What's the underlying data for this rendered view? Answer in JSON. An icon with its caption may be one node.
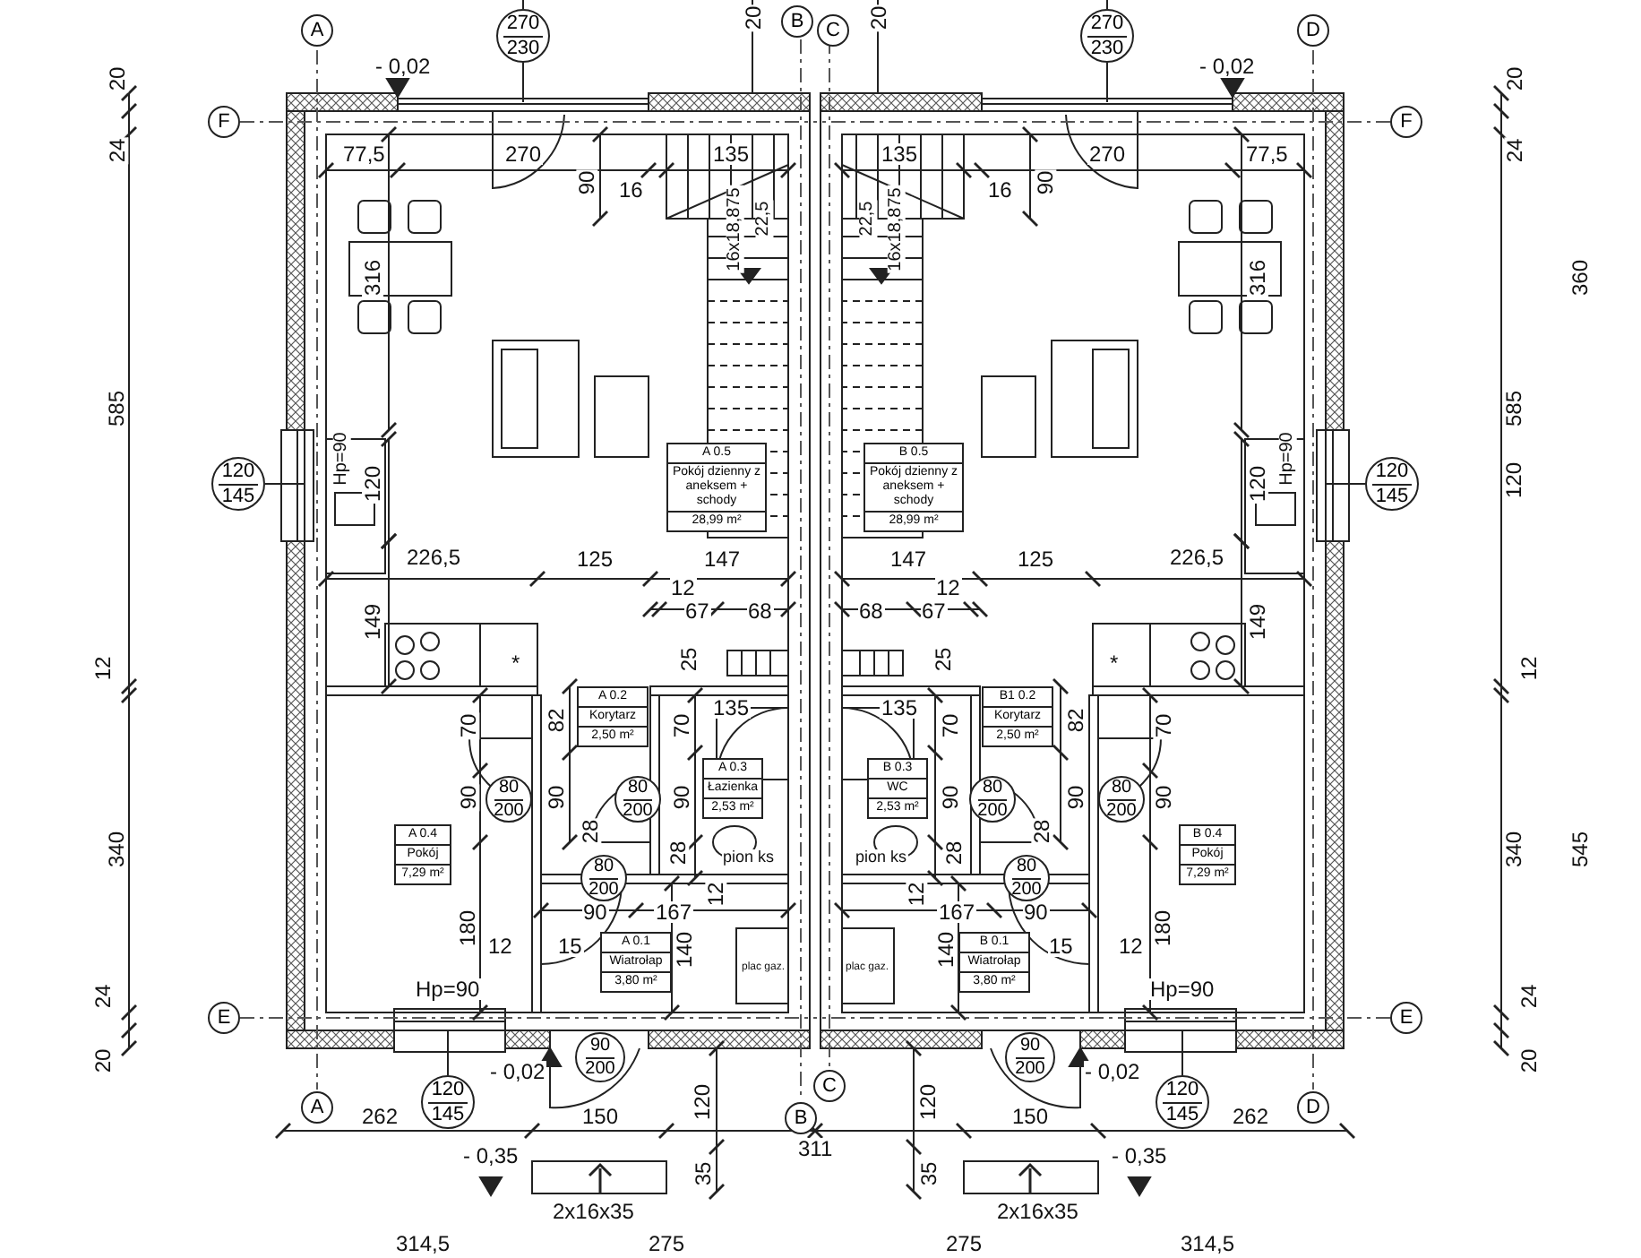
{
  "diagram": {
    "nodes": [
      {
        "text": [
          "A"
        ]
      },
      {
        "text": [
          "B"
        ]
      },
      {
        "text": [
          "C"
        ]
      },
      {
        "text": [
          "D"
        ]
      },
      {
        "text": [
          "270",
          "230"
        ]
      },
      {
        "text": [
          "270",
          "230"
        ]
      },
      {
        "text": [
          "F"
        ]
      },
      {
        "text": [
          "F"
        ]
      },
      {
        "text": [
          "120",
          "145"
        ]
      },
      {
        "text": [
          "A 0.5",
          "Pokój dzienny z aneksem + schody",
          "28,99 m²"
        ]
      },
      {
        "text": [
          "B 0.5",
          "Pokój dzienny z aneksem + schody",
          "28,99 m²"
        ]
      },
      {
        "text": [
          "120",
          "145"
        ]
      },
      {
        "text": [
          "A 0.2",
          "Korytarz",
          "2,50 m²"
        ]
      },
      {
        "text": [
          "A 0.3",
          "Łazienka",
          "2,53 m²"
        ]
      },
      {
        "text": [
          "B 0.3",
          "WC",
          "2,53 m²"
        ]
      },
      {
        "text": [
          "B1 0.2",
          "Korytarz",
          "2,50 m²"
        ]
      },
      {
        "text": [
          "80",
          "200"
        ]
      },
      {
        "text": [
          "80",
          "200"
        ]
      },
      {
        "text": [
          "80",
          "200"
        ]
      },
      {
        "text": [
          "80",
          "200"
        ]
      },
      {
        "text": [
          "A 0.4",
          "Pokój",
          "7,29 m²"
        ]
      },
      {
        "text": [
          "80",
          "200"
        ]
      },
      {
        "text": [
          "80",
          "200"
        ]
      },
      {
        "text": [
          "B 0.4",
          "Pokój",
          "7,29 m²"
        ]
      },
      {
        "text": [
          "A 0.1",
          "Wiatrołap",
          "3,80 m²"
        ]
      },
      {
        "text": [
          "B 0.1",
          "Wiatrołap",
          "3,80 m²"
        ]
      },
      {
        "text": [
          "E"
        ]
      },
      {
        "text": [
          "E"
        ]
      },
      {
        "text": [
          "120",
          "145"
        ]
      },
      {
        "text": [
          "90",
          "200"
        ]
      },
      {
        "text": [
          "90",
          "200"
        ]
      },
      {
        "text": [
          "120",
          "145"
        ]
      },
      {
        "text": [
          "A"
        ]
      },
      {
        "text": [
          "B"
        ]
      },
      {
        "text": [
          "C"
        ]
      },
      {
        "text": [
          "D"
        ]
      }
    ],
    "edges": [
      {
        "from": 4,
        "to": null,
        "arrow": "none"
      },
      {
        "from": 5,
        "to": null,
        "arrow": "none"
      },
      {
        "from": 8,
        "to": null,
        "arrow": "none"
      },
      {
        "from": 11,
        "to": null,
        "arrow": "none"
      },
      {
        "from": 28,
        "to": null,
        "arrow": "none"
      },
      {
        "from": 31,
        "to": null,
        "arrow": "none"
      }
    ],
    "labels": [
      "20",
      "- 0,02",
      "20",
      "24",
      "77,5",
      "270",
      "135",
      "90",
      "16",
      "16x18,875",
      "22,5",
      "316",
      "585",
      "Hp=90",
      "120",
      "226,5",
      "125",
      "147",
      "12",
      "67",
      "68",
      "149",
      "*",
      "25",
      "12",
      "135",
      "82",
      "70",
      "70",
      "90",
      "90",
      "90",
      "28",
      "28",
      "pion ks",
      "340",
      "12",
      "90",
      "167",
      "180",
      "140",
      "12",
      "15",
      "plac gaz.",
      "Hp=90",
      "24",
      "20",
      "- 0,02",
      "262",
      "150",
      "120",
      "- 0,35",
      "35",
      "2x16x35",
      "314,5",
      "275",
      "20",
      "- 0,02",
      "20",
      "24",
      "77,5",
      "270",
      "135",
      "90",
      "16",
      "16x18,875",
      "22,5",
      "316",
      "585",
      "Hp=90",
      "120",
      "226,5",
      "125",
      "147",
      "12",
      "67",
      "68",
      "149",
      "*",
      "25",
      "12",
      "135",
      "82",
      "70",
      "70",
      "90",
      "90",
      "90",
      "28",
      "28",
      "pion ks",
      "340",
      "12",
      "90",
      "167",
      "180",
      "140",
      "12",
      "15",
      "plac gaz.",
      "Hp=90",
      "24",
      "20",
      "- 0,02",
      "262",
      "150",
      "120",
      "- 0,35",
      "35",
      "2x16x35",
      "314,5",
      "275",
      "311",
      "360",
      "120",
      "545"
    ]
  }
}
